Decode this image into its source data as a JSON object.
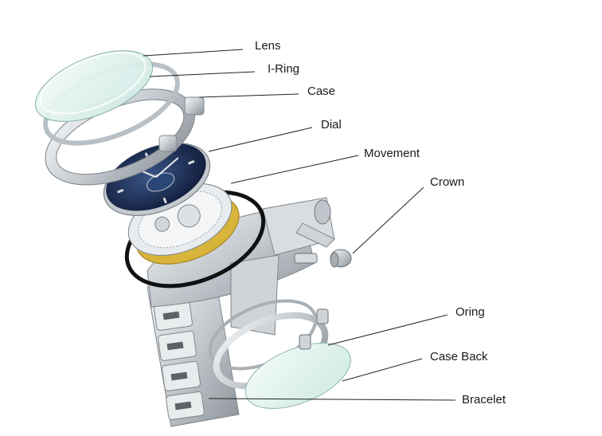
{
  "labels": {
    "lens": "Lens",
    "iring": "I-Ring",
    "case": "Case",
    "dial": "Dial",
    "movement": "Movement",
    "crown": "Crown",
    "oring": "Oring",
    "caseback": "Case Back",
    "bracelet": "Bracelet"
  },
  "colors": {
    "leader": "#222222",
    "metal": "#c9ced3",
    "metal_dark": "#8f969c",
    "glass": "#dff3ef",
    "dial": "#1d2f5c",
    "gold": "#d8b43a",
    "gasket": "#111111"
  }
}
